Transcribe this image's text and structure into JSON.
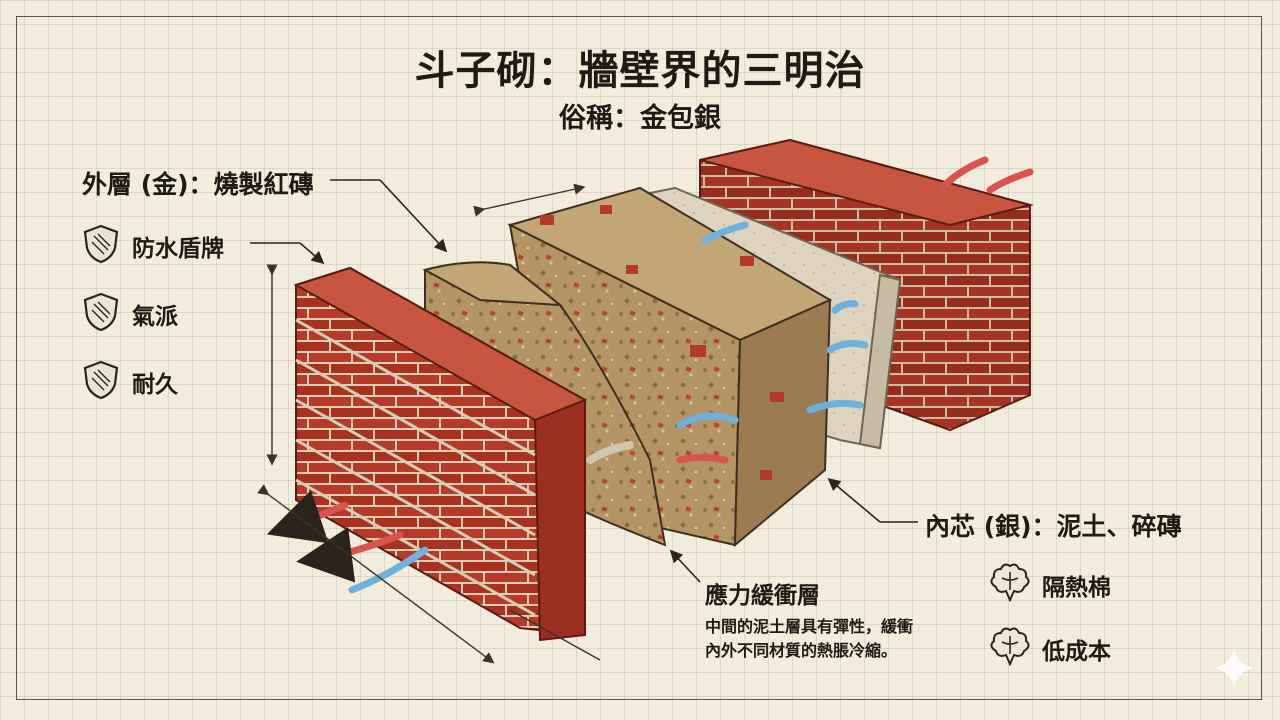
{
  "title": "斗子砌：牆壁界的三明治",
  "subtitle": "俗稱：金包銀",
  "outer_layer": {
    "label": "外層 (金)：燒製紅磚",
    "features": [
      {
        "text": "防水盾牌",
        "icon": "shield-icon"
      },
      {
        "text": "氣派",
        "icon": "shield-icon"
      },
      {
        "text": "耐久",
        "icon": "shield-icon"
      }
    ]
  },
  "inner_core": {
    "label": "內芯 (銀)：泥土、碎磚",
    "features": [
      {
        "text": "隔熱棉",
        "icon": "cotton-icon"
      },
      {
        "text": "低成本",
        "icon": "cotton-icon"
      }
    ]
  },
  "buffer_layer": {
    "label": "應力緩衝層",
    "description_lines": [
      "中間的泥土層具有彈性，緩衝",
      "內外不同材質的熱脹冷縮。"
    ]
  },
  "colors": {
    "brick": "#b53a2a",
    "brick_dark": "#7d2318",
    "brick_top": "#c8553f",
    "mortar": "#d8cdb6",
    "earth": "#a98a5e",
    "earth_dark": "#7a6040",
    "plaster": "#d9cfbb",
    "hot_arrow": "#d9534f",
    "cool_arrow": "#6fb1dc",
    "ink": "#1f1a14"
  }
}
